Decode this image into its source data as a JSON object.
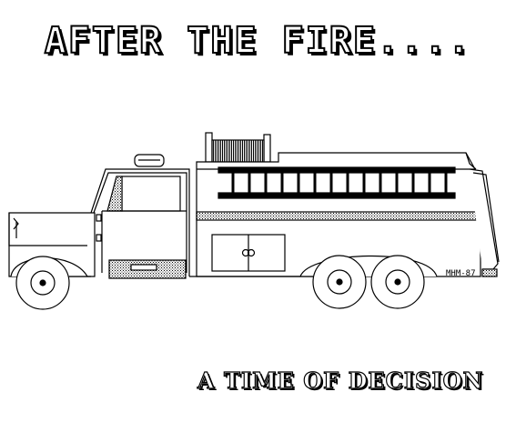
{
  "title": "AFTER THE FIRE....",
  "subtitle": "A TIME OF DECISION",
  "artist_signature": "MHM-87",
  "colors": {
    "background": "#ffffff",
    "ink": "#000000"
  },
  "illustration": {
    "subject": "fire-truck",
    "icons": [
      "fire-truck-icon",
      "ladder-icon",
      "siren-light-icon",
      "wheel-icon"
    ]
  }
}
